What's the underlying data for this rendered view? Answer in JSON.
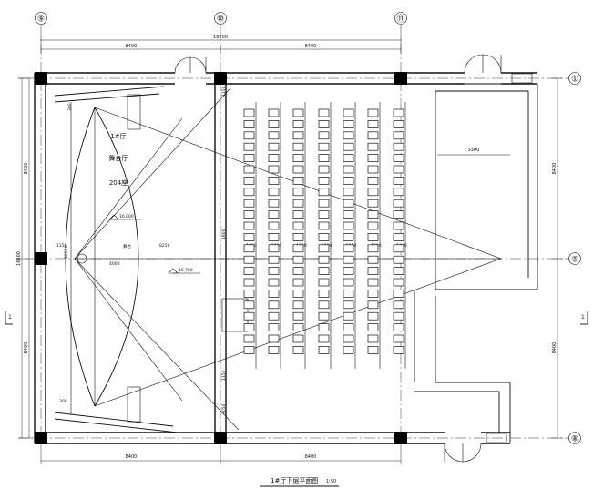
{
  "grid_top": [
    "⑨",
    "⑩",
    "⑪"
  ],
  "grid_right": [
    "①",
    "⑤",
    "⑧"
  ],
  "dim_top": {
    "total": "16800",
    "left": "8400",
    "right": "8400"
  },
  "dim_bottom": {
    "left": "8400",
    "right": "8400"
  },
  "dim_left": {
    "total": "16800",
    "upper": "8400",
    "lower": "8400"
  },
  "dim_right": {
    "upper": "8400",
    "lower": "8400"
  },
  "room": {
    "name": "1#厅",
    "function": "舞台厅",
    "seats": "204座"
  },
  "stage": {
    "label": "舞台",
    "dims": [
      "1150",
      "4000",
      "8250",
      "12600",
      "300",
      "300"
    ]
  },
  "elevations": {
    "a": "16.000",
    "b": "15.700"
  },
  "seat_dims": {
    "aisle": [
      "1150",
      "1150",
      "3050",
      "1800"
    ],
    "rows": [
      "1200",
      "1200",
      "1200",
      "1200",
      "1200",
      "1200",
      "1200"
    ]
  },
  "side_dim": "3300",
  "section_mark": "1",
  "caption": {
    "title": "1#厅下层平面图",
    "scale": "1:50"
  }
}
